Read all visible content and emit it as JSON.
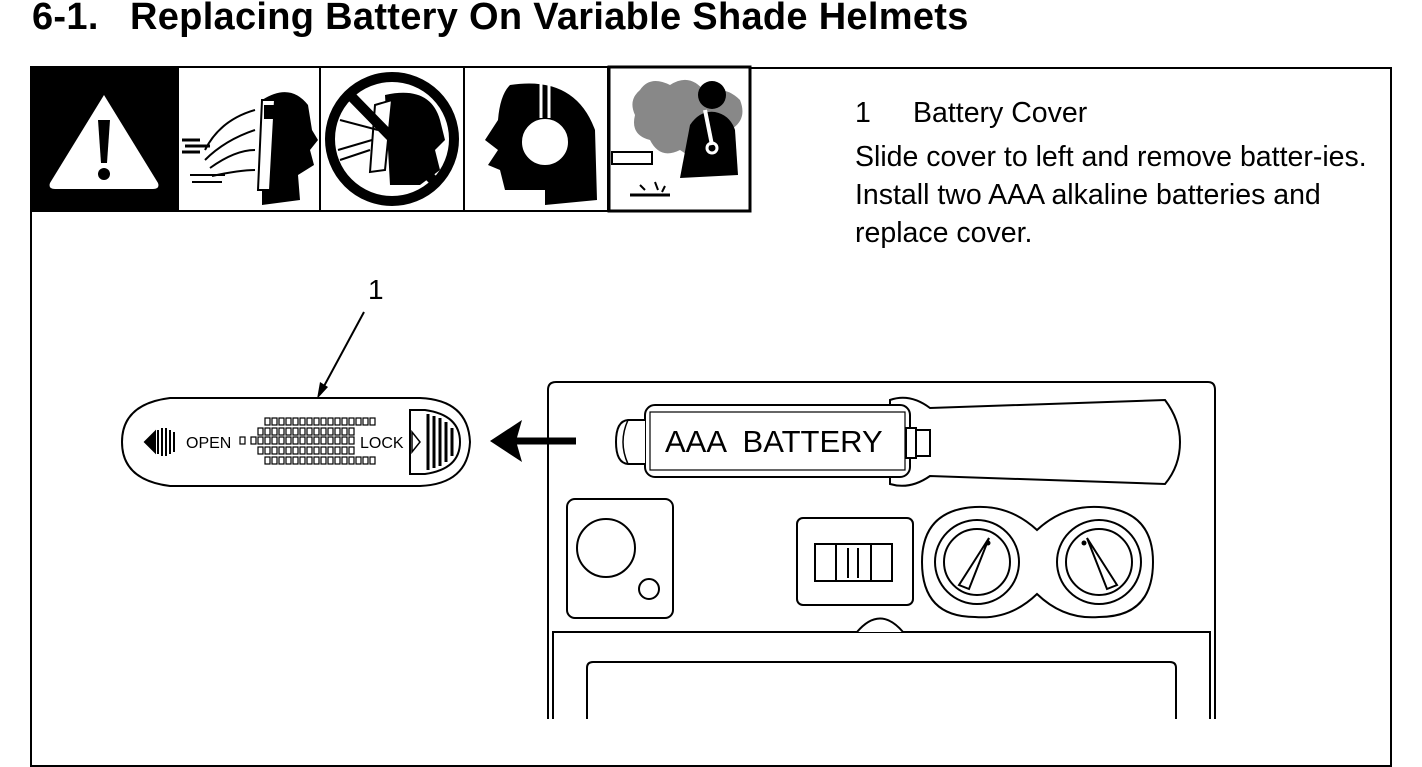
{
  "heading": {
    "number": "6-1.",
    "title": "Replacing Battery On Variable Shade Helmets"
  },
  "warning_icons": [
    "warning-triangle-icon",
    "arc-rays-helmet-icon",
    "no-viewing-without-helmet-icon",
    "hearing-protection-icon",
    "fumes-gases-icon"
  ],
  "callout": {
    "number": "1",
    "label": "Battery Cover",
    "instructions": "Slide cover to left and remove batter-ies. Install two AAA alkaline batteries and replace cover."
  },
  "figure": {
    "callout_number": "1",
    "cover_open_label": "OPEN",
    "cover_lock_label": "LOCK",
    "battery_label": "AAA  BATTERY"
  }
}
